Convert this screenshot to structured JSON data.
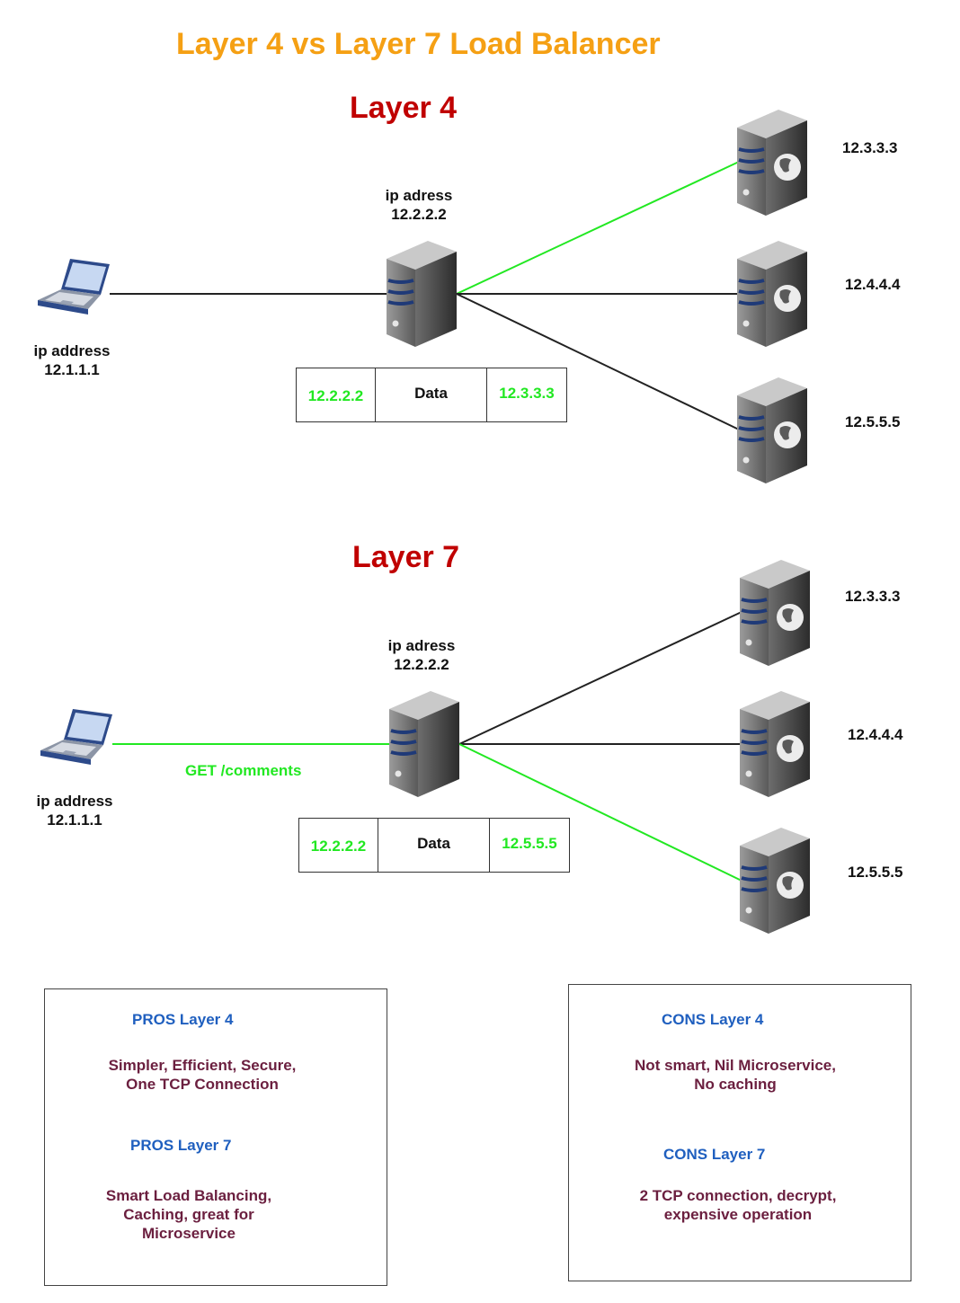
{
  "title": "Layer 4 vs Layer 7 Load Balancer",
  "colors": {
    "title": "#f5a014",
    "layer_heading": "#c00000",
    "active_link": "#22e822",
    "idle_link": "#222222",
    "box_heading": "#1f5fbf",
    "box_text": "#6b1f3f"
  },
  "layer4": {
    "heading": "Layer 4",
    "client": {
      "icon": "laptop-icon",
      "label_line1": "ip address",
      "label_line2": "12.1.1.1"
    },
    "balancer": {
      "icon": "server-icon",
      "label_line1": "ip adress",
      "label_line2": "12.2.2.2"
    },
    "packet": {
      "dest_ip": "12.2.2.2",
      "payload": "Data",
      "target_ip": "12.3.3.3"
    },
    "servers": [
      {
        "ip": "12.3.3.3",
        "icon": "web-server-icon",
        "active": true
      },
      {
        "ip": "12.4.4.4",
        "icon": "web-server-icon",
        "active": false
      },
      {
        "ip": "12.5.5.5",
        "icon": "web-server-icon",
        "active": false
      }
    ]
  },
  "layer7": {
    "heading": "Layer 7",
    "client": {
      "icon": "laptop-icon",
      "label_line1": "ip address",
      "label_line2": "12.1.1.1"
    },
    "request": "GET /comments",
    "balancer": {
      "icon": "server-icon",
      "label_line1": "ip adress",
      "label_line2": "12.2.2.2"
    },
    "packet": {
      "dest_ip": "12.2.2.2",
      "payload": "Data",
      "target_ip": "12.5.5.5"
    },
    "servers": [
      {
        "ip": "12.3.3.3",
        "icon": "web-server-icon",
        "active": false
      },
      {
        "ip": "12.4.4.4",
        "icon": "web-server-icon",
        "active": false
      },
      {
        "ip": "12.5.5.5",
        "icon": "web-server-icon",
        "active": true
      }
    ]
  },
  "pros": {
    "layer4_title": "PROS Layer 4",
    "layer4_line1": "Simpler, Efficient, Secure,",
    "layer4_line2": "One TCP Connection",
    "layer7_title": "PROS Layer 7",
    "layer7_line1": "Smart Load Balancing,",
    "layer7_line2": "Caching, great for",
    "layer7_line3": "Microservice"
  },
  "cons": {
    "layer4_title": "CONS Layer 4",
    "layer4_line1": "Not smart, Nil Microservice,",
    "layer4_line2": "No caching",
    "layer7_title": "CONS Layer 7",
    "layer7_line1": "2 TCP connection, decrypt,",
    "layer7_line2": "expensive operation"
  }
}
